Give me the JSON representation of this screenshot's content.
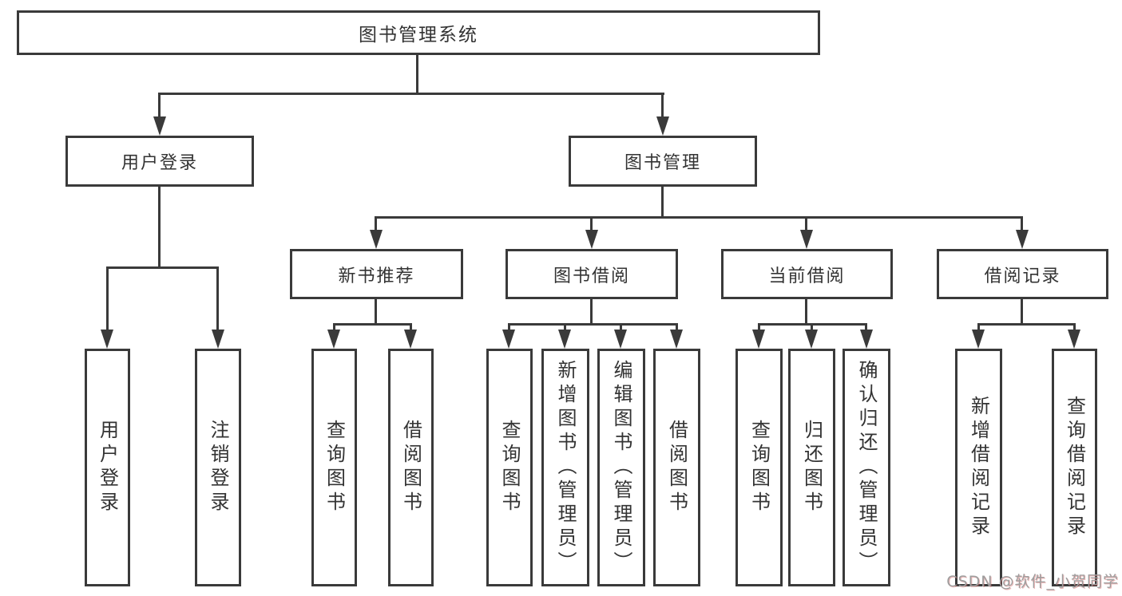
{
  "diagram_title": "图书管理系统",
  "tree": {
    "label": "图书管理系统",
    "children": [
      {
        "label": "用户登录",
        "children": [
          {
            "label": "用户登录"
          },
          {
            "label": "注销登录"
          }
        ]
      },
      {
        "label": "图书管理",
        "children": [
          {
            "label": "新书推荐",
            "children": [
              {
                "label": "查询图书"
              },
              {
                "label": "借阅图书"
              }
            ]
          },
          {
            "label": "图书借阅",
            "children": [
              {
                "label": "查询图书"
              },
              {
                "label": "新增图书（管理员）"
              },
              {
                "label": "编辑图书（管理员）"
              },
              {
                "label": "借阅图书"
              }
            ]
          },
          {
            "label": "当前借阅",
            "children": [
              {
                "label": "查询图书"
              },
              {
                "label": "归还图书"
              },
              {
                "label": "确认归还（管理员）"
              }
            ]
          },
          {
            "label": "借阅记录",
            "children": [
              {
                "label": "新增借阅记录"
              },
              {
                "label": "查询借阅记录"
              }
            ]
          }
        ]
      }
    ]
  },
  "watermark": {
    "text": "CSDN @软件_小贺同学"
  },
  "colors": {
    "line": "#3a3a3a",
    "text": "#333333",
    "background": "#ffffff",
    "watermark": "#9e9e9e"
  }
}
